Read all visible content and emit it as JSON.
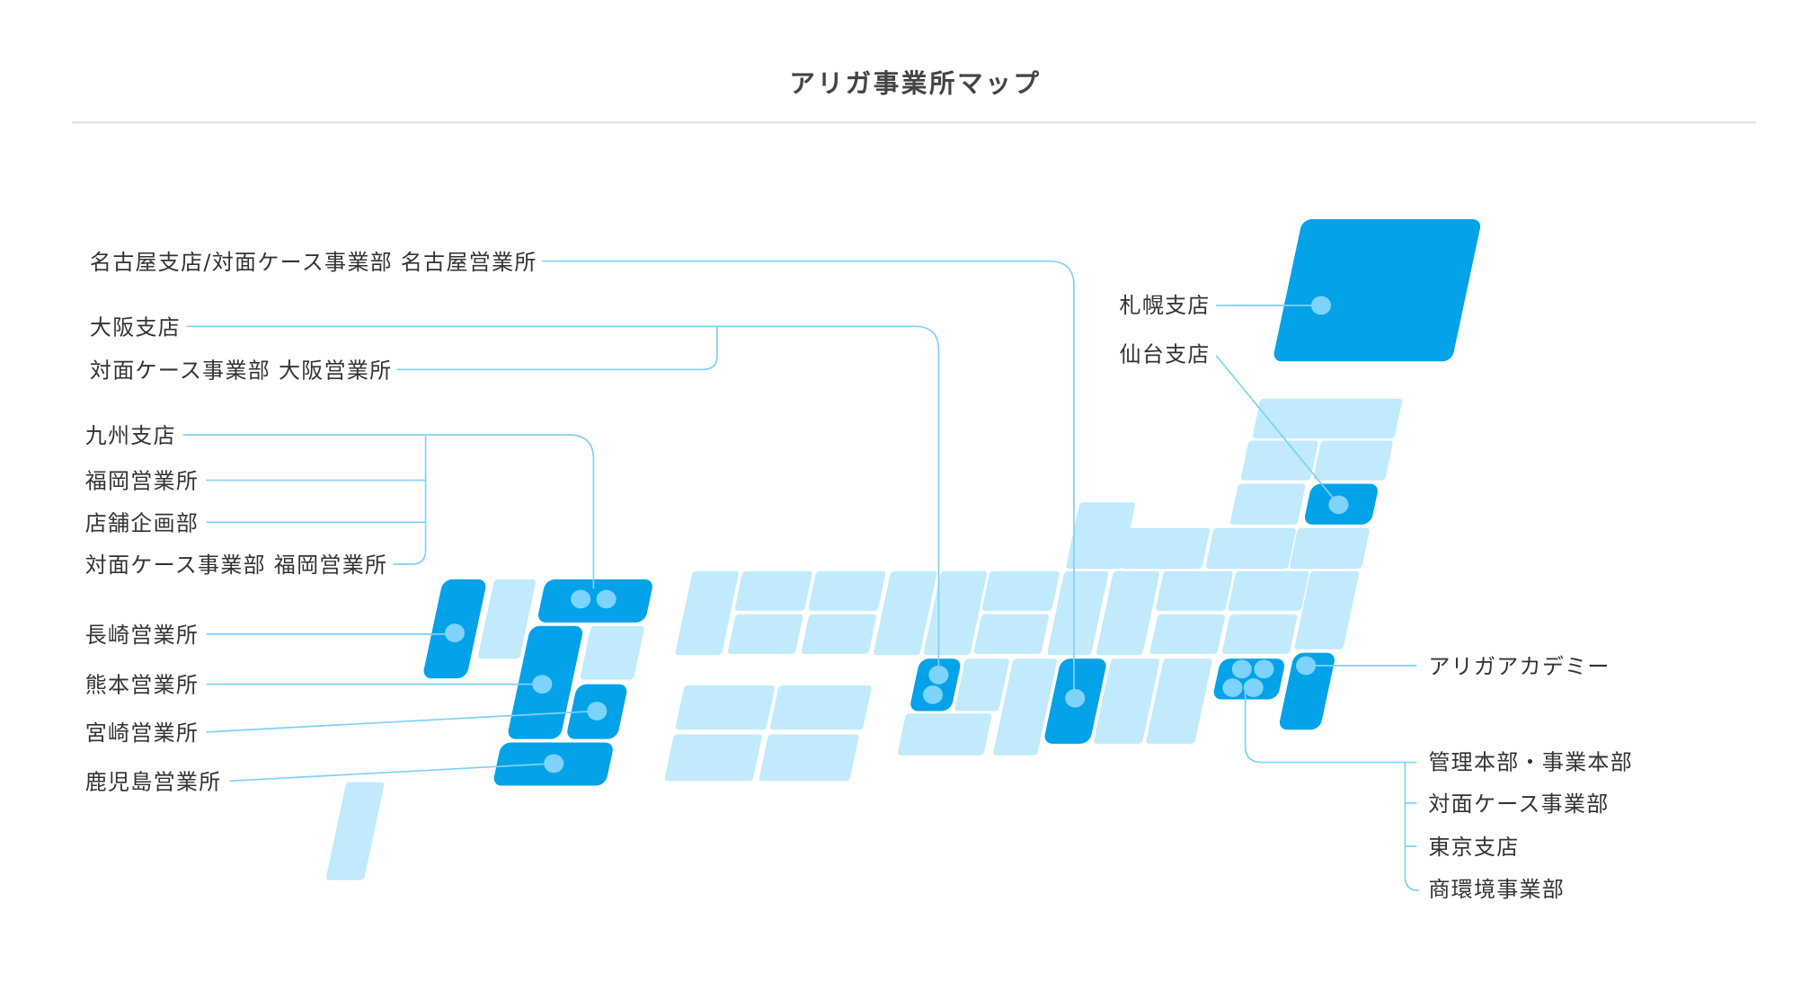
{
  "title": "アリガ事業所マップ",
  "colors": {
    "office_region": "#03a2e9",
    "other_region": "#c1eafc",
    "marker": "#7dd3fc",
    "leader_line": "#7fd1f5"
  },
  "labels": {
    "nagoya": "名古屋支店/対面ケース事業部 名古屋営業所",
    "osaka_branch": "大阪支店",
    "osaka_office": "対面ケース事業部 大阪営業所",
    "kyushu_branch": "九州支店",
    "fukuoka_office": "福岡営業所",
    "store_planning": "店舗企画部",
    "fukuoka_face_case": "対面ケース事業部 福岡営業所",
    "nagasaki": "長崎営業所",
    "kumamoto": "熊本営業所",
    "miyazaki": "宮崎営業所",
    "kagoshima": "鹿児島営業所",
    "sapporo": "札幌支店",
    "sendai": "仙台支店",
    "academy": "アリガアカデミー",
    "hq": "管理本部・事業本部",
    "face_case": "対面ケース事業部",
    "tokyo": "東京支店",
    "commerce_env": "商環境事業部"
  }
}
